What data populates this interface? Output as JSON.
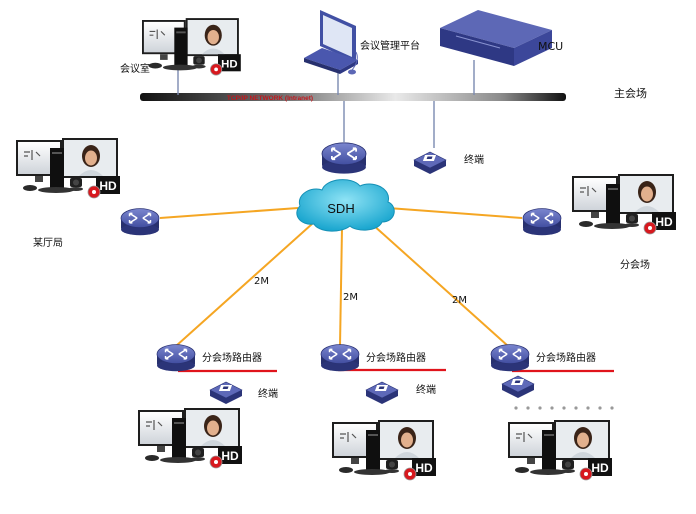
{
  "labels": {
    "meeting_room": "会议室",
    "mgmt_platform": "会议管理平台",
    "mcu": "MCU",
    "network": "TCP/IP NETWORK (Intranet)",
    "main_venue": "主会场",
    "terminal_top": "终端",
    "sdh": "SDH",
    "bureau": "某厅局",
    "sub_venue_right": "分会场",
    "link_left": "2M",
    "link_mid": "2M",
    "link_right": "2M",
    "router_left": "分会场路由器",
    "router_mid": "分会场路由器",
    "router_right": "分会场路由器",
    "terminal_left": "终端",
    "terminal_mid": "终端",
    "hd": "HD"
  },
  "colors": {
    "link": "#f5a623",
    "router": "#4a56a6",
    "router_dark": "#27306e",
    "cloud": "#29b6d9",
    "hd_red": "#d7191f",
    "accent_line": "#e0141c"
  }
}
